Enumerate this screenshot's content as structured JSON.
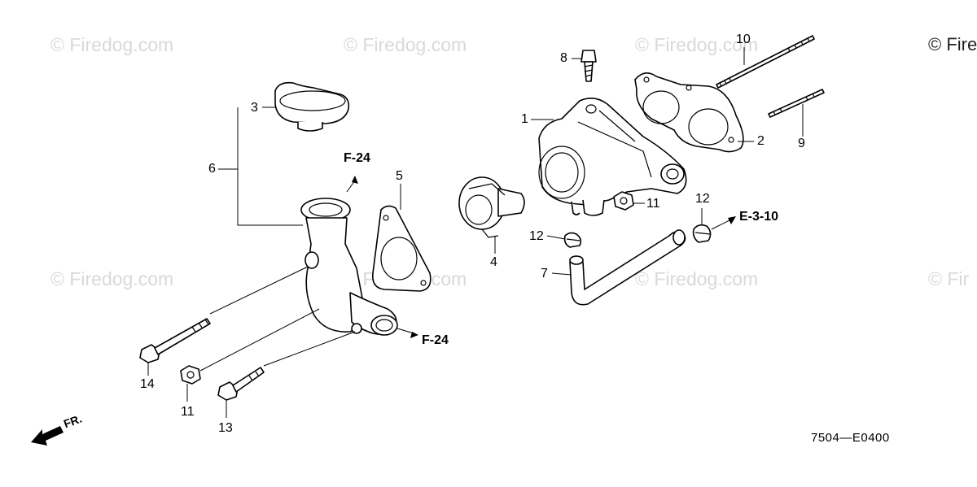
{
  "watermarks": [
    "© Firedog.com",
    "© Firedog.com",
    "© Firedog.com",
    "© Firedog.com",
    "© Firedog.com",
    "© Firedog.com"
  ],
  "watermark_cut": [
    "© Fire",
    "© Fir"
  ],
  "callouts": {
    "p1": "1",
    "p2": "2",
    "p3": "3",
    "p4": "4",
    "p5": "5",
    "p6": "6",
    "p7": "7",
    "p8": "8",
    "p9": "9",
    "p10": "10",
    "p11a": "11",
    "p11b": "11",
    "p12a": "12",
    "p12b": "12",
    "p13": "13",
    "p14": "14"
  },
  "references": {
    "f24_top": "F-24",
    "f24_bottom": "F-24",
    "e310": "E-3-10"
  },
  "front_label": "FR.",
  "diagram_code": "7504—E0400"
}
